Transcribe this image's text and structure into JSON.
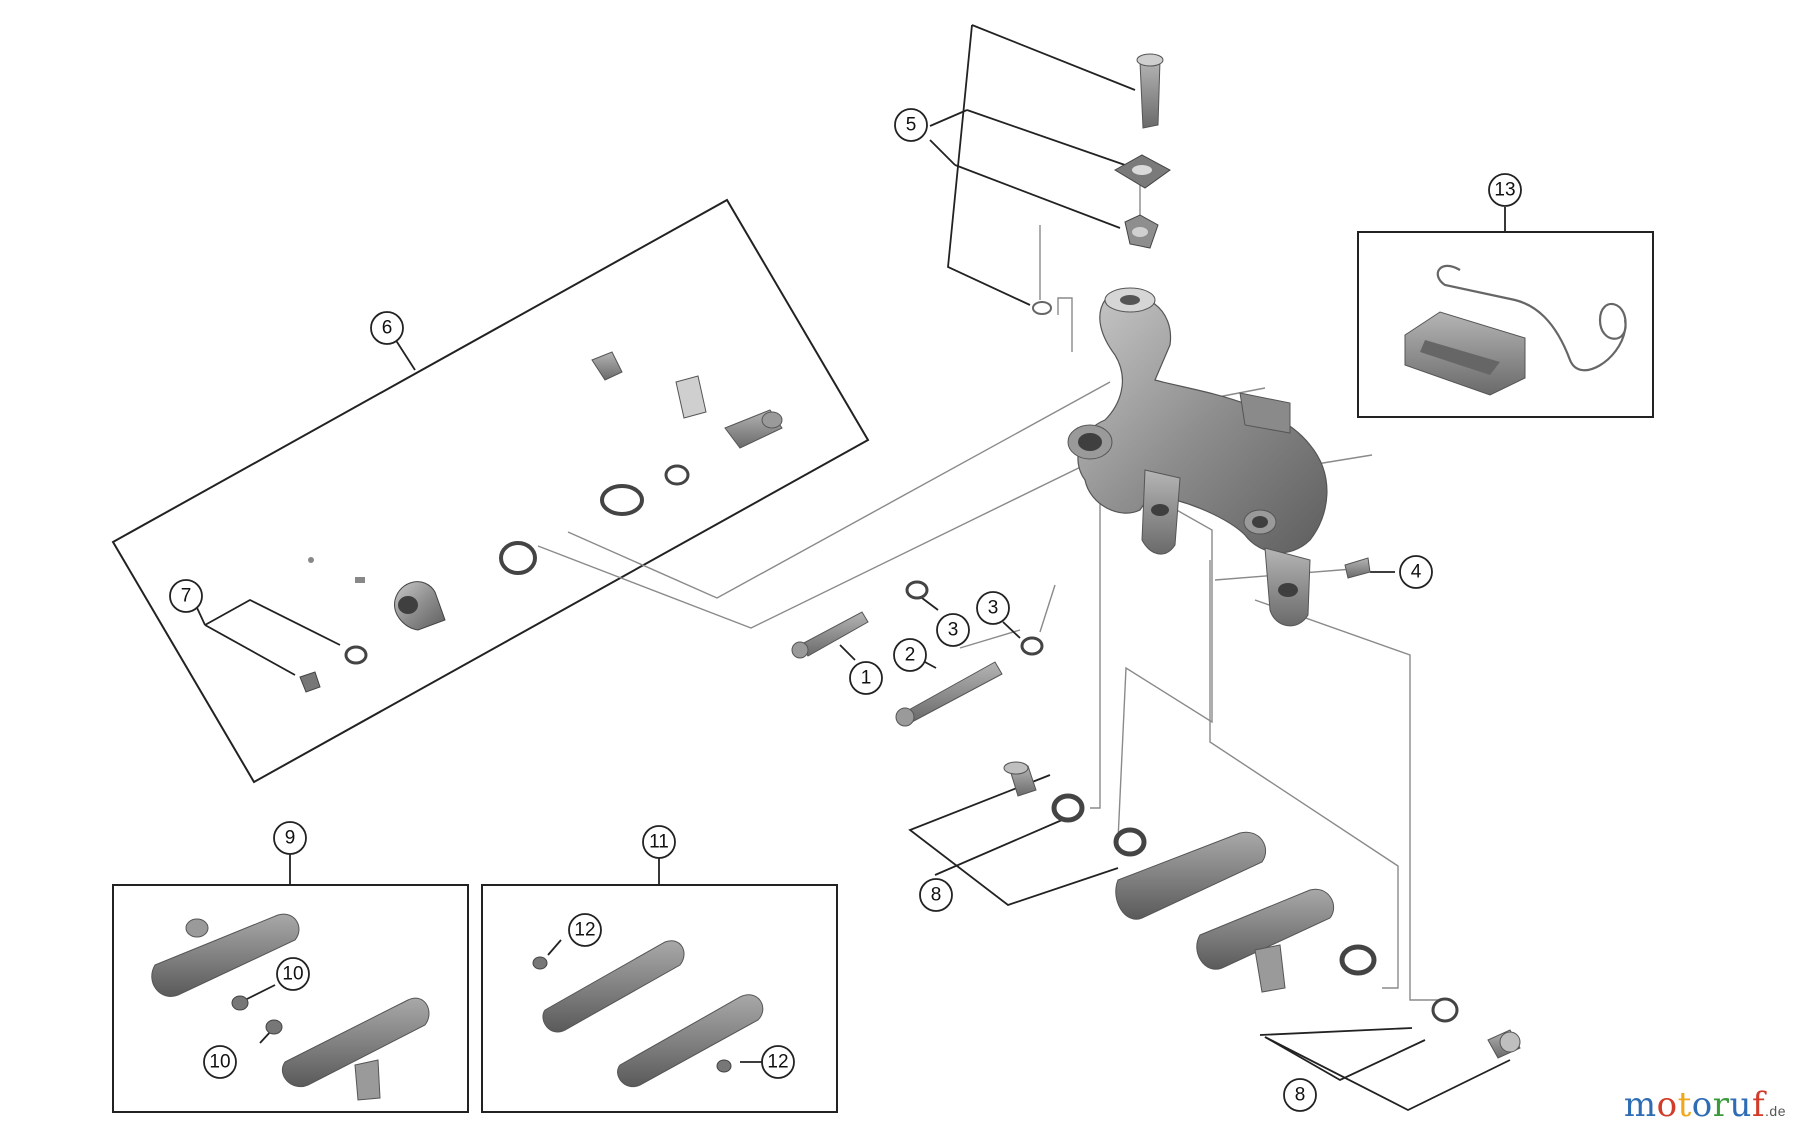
{
  "callouts": [
    {
      "id": "c1",
      "label": "1"
    },
    {
      "id": "c2",
      "label": "2"
    },
    {
      "id": "c3a",
      "label": "3"
    },
    {
      "id": "c3b",
      "label": "3"
    },
    {
      "id": "c4",
      "label": "4"
    },
    {
      "id": "c5",
      "label": "5"
    },
    {
      "id": "c6",
      "label": "6"
    },
    {
      "id": "c7",
      "label": "7"
    },
    {
      "id": "c8a",
      "label": "8"
    },
    {
      "id": "c8b",
      "label": "8"
    },
    {
      "id": "c9",
      "label": "9"
    },
    {
      "id": "c10a",
      "label": "10"
    },
    {
      "id": "c10b",
      "label": "10"
    },
    {
      "id": "c11",
      "label": "11"
    },
    {
      "id": "c12a",
      "label": "12"
    },
    {
      "id": "c12b",
      "label": "12"
    },
    {
      "id": "c13",
      "label": "13"
    }
  ],
  "watermark": {
    "letters": [
      "m",
      "o",
      "t",
      "o",
      "r",
      "u",
      "f"
    ],
    "colors": [
      "#2e6db4",
      "#d23a2a",
      "#f0a81a",
      "#2e6db4",
      "#3b9b3b",
      "#2e6db4",
      "#d23a2a"
    ],
    "suffix": ".de"
  }
}
